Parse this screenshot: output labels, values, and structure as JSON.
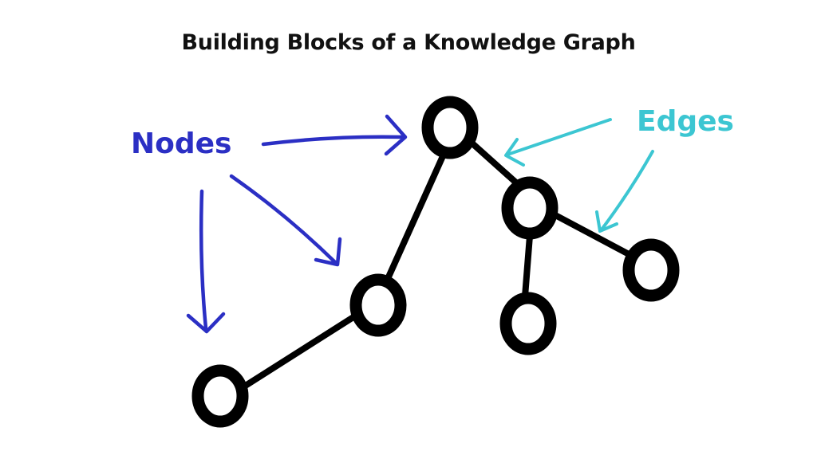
{
  "title": "Building Blocks of a Knowledge Graph",
  "labels": {
    "nodes": "Nodes",
    "edges": "Edges"
  },
  "colors": {
    "background": "#ffffff",
    "graph": "#000000",
    "nodes_label": "#2b2fc4",
    "edges_label": "#3cc6d2",
    "title": "#111111"
  }
}
